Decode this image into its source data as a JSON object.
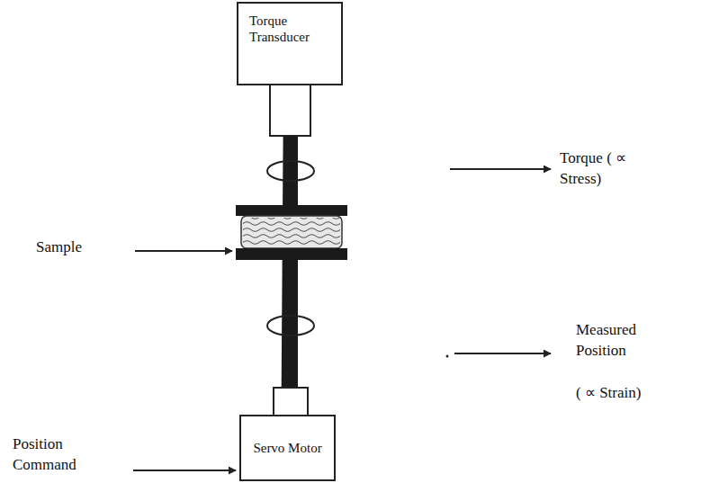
{
  "diagram": {
    "nodes": [
      {
        "text": [
          "Torque Transducer"
        ]
      },
      {
        "text": [
          "Servo Motor"
        ]
      }
    ],
    "edges": [
      {
        "from": 0,
        "to": 1,
        "arrow": "none"
      }
    ],
    "labels": [
      "Torque ( ∝ Stress)",
      "Sample",
      "Measured Position",
      "( ∝ Strain)",
      "Position Command"
    ]
  }
}
